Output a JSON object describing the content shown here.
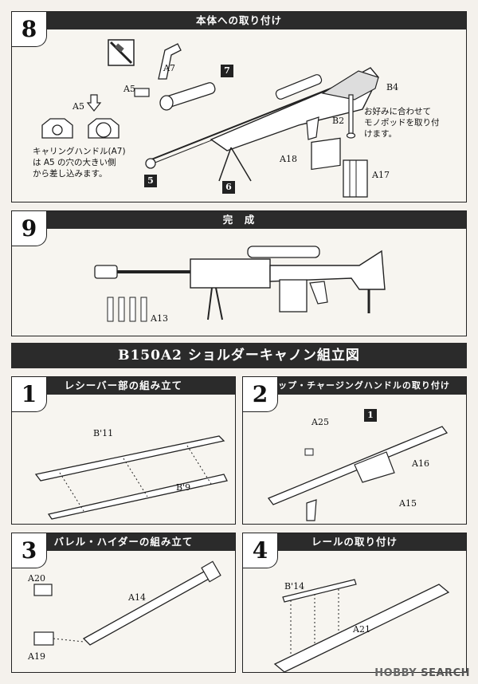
{
  "step8": {
    "number": "8",
    "title": "本体への取り付け",
    "labels": {
      "a7": "A7",
      "a5": "A5",
      "a5b": "A5",
      "b4": "B4",
      "b2": "B2",
      "a18": "A18",
      "a17": "A17"
    },
    "boxes": {
      "b7": "7",
      "b5": "5",
      "b6": "6"
    },
    "note_left": [
      "キャリングハンドル(A7)",
      "は A5 の穴の大きい側",
      "から差し込みます。"
    ],
    "note_right": [
      "お好みに合わせて",
      "モノポッドを取り付",
      "けます。"
    ]
  },
  "step9": {
    "number": "9",
    "title": "完　成",
    "labels": {
      "a13": "A13"
    }
  },
  "section_title": "B150A2 ショルダーキャノン組立図",
  "sub1": {
    "number": "1",
    "title": "レシーバー部の組み立て",
    "labels": {
      "b11": "B'11",
      "b9": "B'9"
    }
  },
  "sub2": {
    "number": "2",
    "title": "グリップ・チャージングハンドルの取り付け",
    "labels": {
      "a25": "A25",
      "a16": "A16",
      "a15": "A15"
    },
    "box": "1"
  },
  "sub3": {
    "number": "3",
    "title": "バレル・ハイダーの組み立て",
    "labels": {
      "a20": "A20",
      "a14": "A14",
      "a19": "A19"
    }
  },
  "sub4": {
    "number": "4",
    "title": "レールの取り付け",
    "labels": {
      "b14": "B'14",
      "a21": "A21"
    }
  },
  "watermark": {
    "brand": "HOBBY",
    "suffix": "SEARCH"
  }
}
